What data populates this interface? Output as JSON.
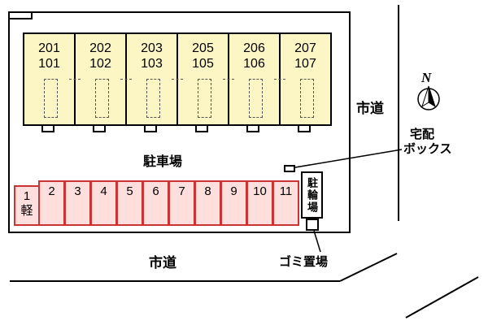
{
  "building": {
    "units": [
      {
        "upper": "201",
        "lower": "101"
      },
      {
        "upper": "202",
        "lower": "102"
      },
      {
        "upper": "203",
        "lower": "103"
      },
      {
        "upper": "205",
        "lower": "105"
      },
      {
        "upper": "206",
        "lower": "106"
      },
      {
        "upper": "207",
        "lower": "107"
      }
    ]
  },
  "parking_lot": {
    "label": "駐車場",
    "spaces": [
      {
        "number": "1",
        "note": "軽"
      },
      {
        "number": "2"
      },
      {
        "number": "3"
      },
      {
        "number": "4"
      },
      {
        "number": "5"
      },
      {
        "number": "6"
      },
      {
        "number": "7"
      },
      {
        "number": "8"
      },
      {
        "number": "9"
      },
      {
        "number": "10"
      },
      {
        "number": "11"
      }
    ]
  },
  "facilities": {
    "bicycle_parking": "駐輪場",
    "delivery_box_line1": "宅配",
    "delivery_box_line2": "ボックス",
    "garbage_area": "ゴミ置場"
  },
  "roads": {
    "right": "市道",
    "bottom": "市道"
  },
  "compass": {
    "north": "N"
  },
  "colors": {
    "unit_fill": "#fcf6c5",
    "parking_fill": "#ffdede",
    "parking_border": "#cc3333"
  }
}
